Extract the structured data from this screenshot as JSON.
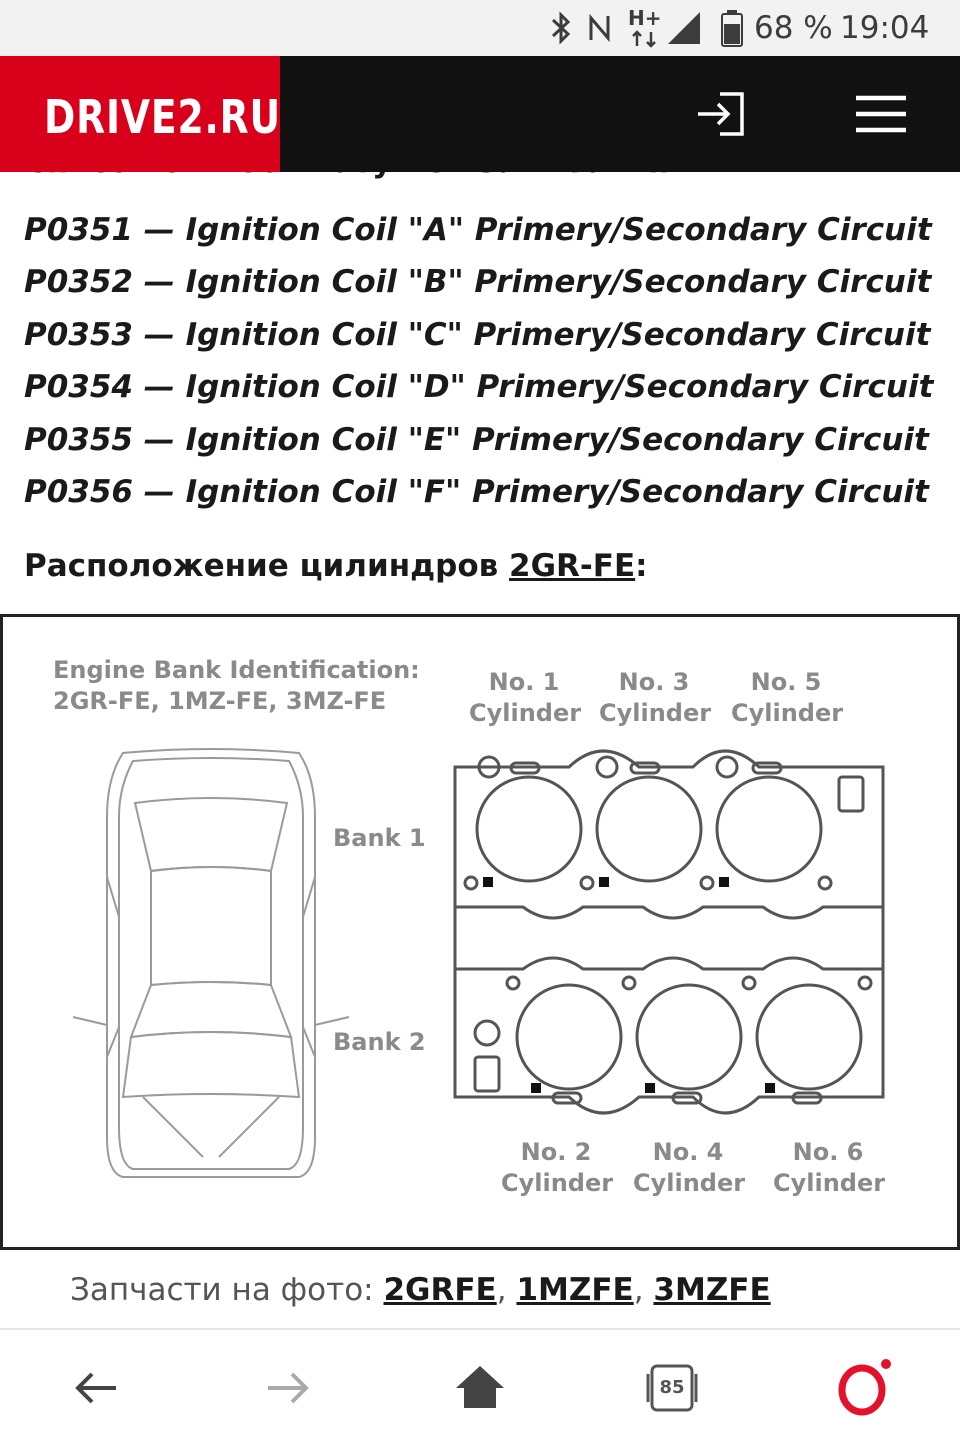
{
  "status_bar": {
    "battery": "68 %",
    "time": "19:04",
    "network_label": "H+",
    "icons": [
      "bluetooth-icon",
      "nfc-icon",
      "hplus-icon",
      "signal-icon",
      "battery-icon"
    ]
  },
  "header": {
    "logo": "DRIVE2.RU",
    "login_icon": "login-icon",
    "menu_icon": "menu-icon",
    "brand_color": "#d9001b"
  },
  "article": {
    "clipped_heading": "Список ошибок катушек зажигания:",
    "codes": [
      "P0351 — Ignition Coil \"A\" Primery/Secondary Circuit",
      "P0352 — Ignition Coil \"B\" Primery/Secondary Circuit",
      "P0353 — Ignition Coil \"C\" Primery/Secondary Circuit",
      "P0354 — Ignition Coil \"D\" Primery/Secondary Circuit",
      "P0355 — Ignition Coil \"E\" Primery/Secondary Circuit",
      "P0356 — Ignition Coil \"F\" Primery/Secondary Circuit"
    ],
    "section_prefix": "Расположение цилиндров ",
    "section_link": "2GR-FE",
    "section_suffix": ":"
  },
  "figure": {
    "title_line1": "Engine Bank Identification:",
    "title_line2": "2GR-FE, 1MZ-FE, 3MZ-FE",
    "bank1": "Bank 1",
    "bank2": "Bank 2",
    "top_cylinders": [
      {
        "no": "No. 1",
        "label": "Cylinder"
      },
      {
        "no": "No. 3",
        "label": "Cylinder"
      },
      {
        "no": "No. 5",
        "label": "Cylinder"
      }
    ],
    "bottom_cylinders": [
      {
        "no": "No. 2",
        "label": "Cylinder"
      },
      {
        "no": "No. 4",
        "label": "Cylinder"
      },
      {
        "no": "No. 6",
        "label": "Cylinder"
      }
    ]
  },
  "parts": {
    "prefix": "Запчасти на фото: ",
    "links": [
      "2GRFE",
      "1MZFE",
      "3MZFE"
    ],
    "separator": ", "
  },
  "bottom_nav": {
    "back_icon": "back-arrow-icon",
    "forward_icon": "forward-arrow-icon",
    "home_icon": "home-icon",
    "tabs_icon": "tabs-icon",
    "tab_count": "85",
    "opera_icon": "opera-icon"
  }
}
